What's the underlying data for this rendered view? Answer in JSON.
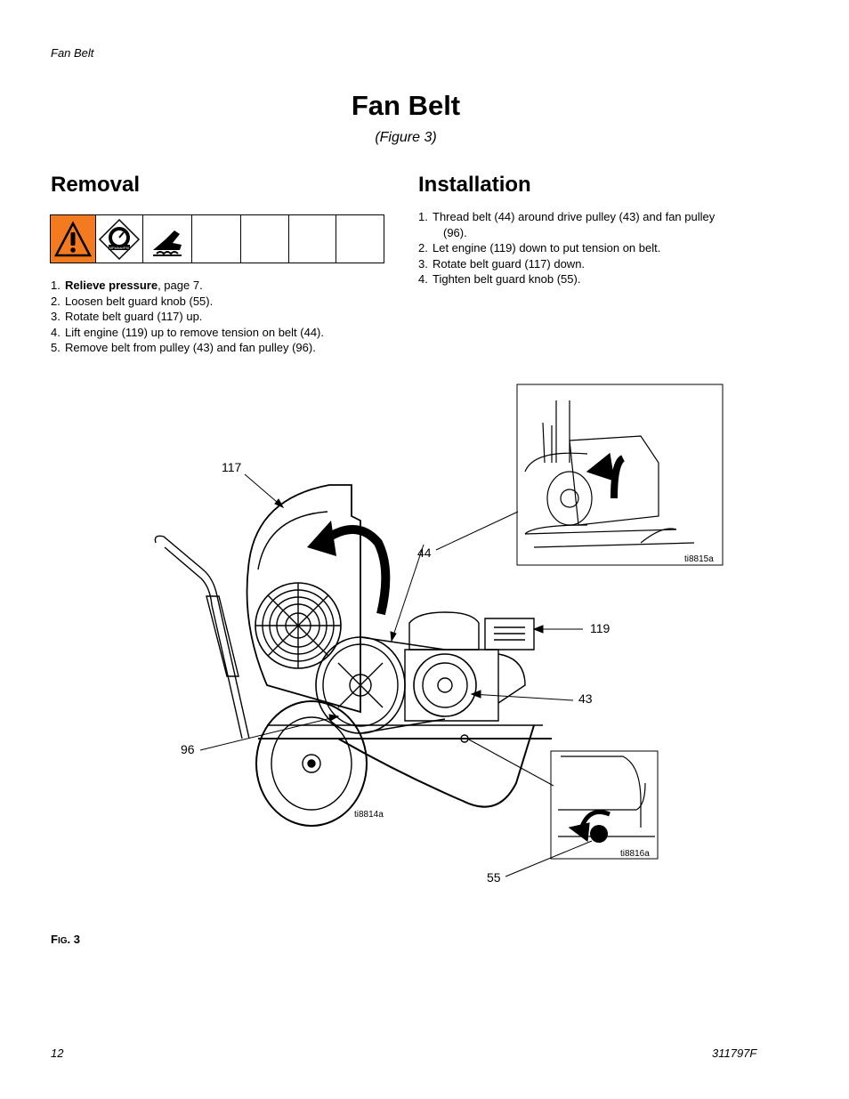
{
  "header": {
    "section_label": "Fan Belt"
  },
  "title": "Fan Belt",
  "subtitle": "(Figure 3)",
  "removal": {
    "heading": "Removal",
    "steps": [
      {
        "num": "1.",
        "bold": "Relieve pressure",
        "text": ", page 7."
      },
      {
        "num": "2.",
        "text": "Loosen belt guard knob (55)."
      },
      {
        "num": "3.",
        "text": "Rotate belt guard (117) up."
      },
      {
        "num": "4.",
        "text": "Lift engine (119) up to remove tension on belt (44)."
      },
      {
        "num": "5.",
        "text": "Remove belt from pulley (43) and fan pulley (96)."
      }
    ]
  },
  "warning_icons": {
    "pressure_label": "MPa/bar/PSI",
    "icons": [
      "warning-triangle-icon",
      "pressure-gauge-icon",
      "hot-surface-icon"
    ]
  },
  "installation": {
    "heading": "Installation",
    "steps": [
      {
        "num": "1.",
        "text": "Thread belt (44) around drive pulley (43) and fan pulley",
        "cont": "(96)."
      },
      {
        "num": "2.",
        "text": "Let engine (119) down to put tension on belt."
      },
      {
        "num": "3.",
        "text": "Rotate belt guard (117) down."
      },
      {
        "num": "4.",
        "text": "Tighten belt guard knob (55)."
      }
    ]
  },
  "figure": {
    "callouts": {
      "c117": "117",
      "c44": "44",
      "c119": "119",
      "c43": "43",
      "c96": "96",
      "c55": "55"
    },
    "image_ids": {
      "main": "ti8814a",
      "inset_top": "ti8815a",
      "inset_bottom": "ti8816a"
    },
    "caption_prefix": "F",
    "caption_smallcaps": "IG",
    "caption_num": ". 3"
  },
  "footer": {
    "page_number": "12",
    "doc_number": "311797F"
  },
  "colors": {
    "warning_orange": "#f47a20",
    "text": "#000000"
  }
}
